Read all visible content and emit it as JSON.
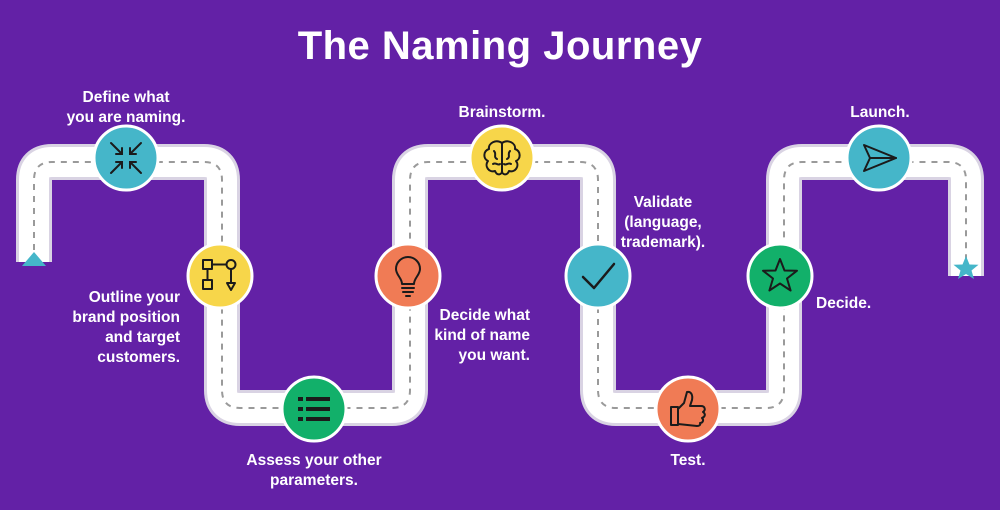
{
  "title": "The Naming Journey",
  "colors": {
    "background": "#6321a6",
    "road": "#ffffff",
    "road_edge": "#d9d3e3",
    "dash": "#9a9a9a",
    "teal": "#45b6c9",
    "yellow": "#f7d64a",
    "green": "#12b06a",
    "orange": "#f07b55",
    "icon_stroke": "#1b1b1b"
  },
  "steps": [
    {
      "label": "Define what\nyou are naming.",
      "icon": "compress-arrows-icon",
      "color": "teal"
    },
    {
      "label": "Outline your\nbrand position\nand target\ncustomers.",
      "icon": "flowchart-icon",
      "color": "yellow"
    },
    {
      "label": "Assess your other\nparameters.",
      "icon": "list-icon",
      "color": "green"
    },
    {
      "label": "Decide what\nkind of name\nyou want.",
      "icon": "lightbulb-icon",
      "color": "orange"
    },
    {
      "label": "Brainstorm.",
      "icon": "brain-icon",
      "color": "yellow"
    },
    {
      "label": "Validate\n(language,\ntrademark).",
      "icon": "checkmark-icon",
      "color": "teal"
    },
    {
      "label": "Test.",
      "icon": "thumbs-up-icon",
      "color": "orange"
    },
    {
      "label": "Decide.",
      "icon": "star-icon",
      "color": "green"
    },
    {
      "label": "Launch.",
      "icon": "paper-plane-icon",
      "color": "teal"
    }
  ],
  "start_marker": {
    "icon": "triangle-start-icon",
    "color": "teal"
  },
  "end_marker": {
    "icon": "star-end-icon",
    "color": "teal"
  }
}
